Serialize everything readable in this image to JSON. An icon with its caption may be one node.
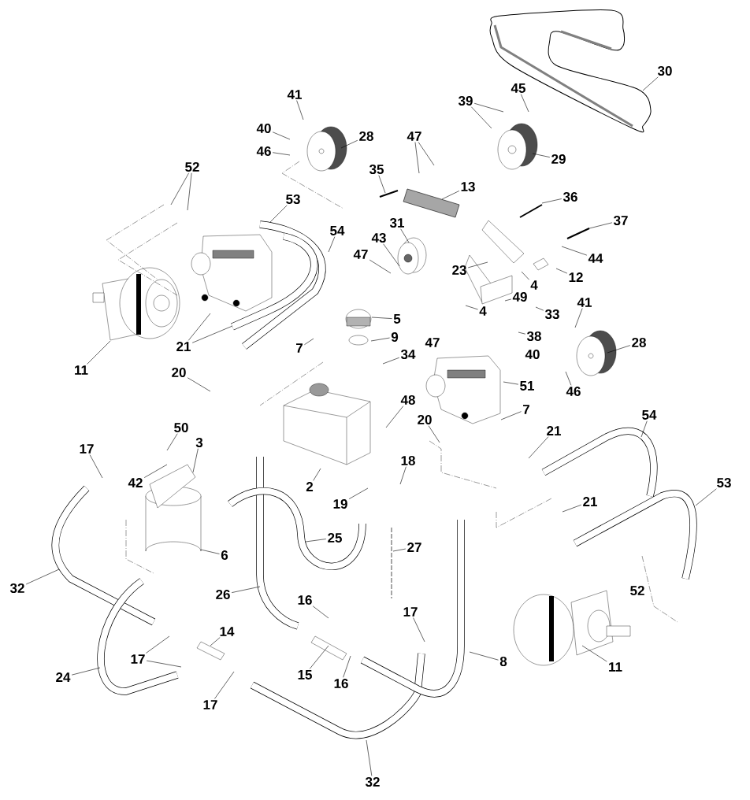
{
  "diagram": {
    "nodes": [
      {
        "text": [
          "30"
        ]
      },
      {
        "text": [
          "45"
        ]
      },
      {
        "text": [
          "41"
        ]
      },
      {
        "text": [
          "39"
        ]
      },
      {
        "text": [
          "40"
        ]
      },
      {
        "text": [
          "28"
        ]
      },
      {
        "text": [
          "47"
        ]
      },
      {
        "text": [
          "46"
        ]
      },
      {
        "text": [
          "29"
        ]
      },
      {
        "text": [
          "52"
        ]
      },
      {
        "text": [
          "35"
        ]
      },
      {
        "text": [
          "13"
        ]
      },
      {
        "text": [
          "36"
        ]
      },
      {
        "text": [
          "53"
        ]
      },
      {
        "text": [
          "37"
        ]
      },
      {
        "text": [
          "31"
        ]
      },
      {
        "text": [
          "54"
        ]
      },
      {
        "text": [
          "43"
        ]
      },
      {
        "text": [
          "47"
        ]
      },
      {
        "text": [
          "44"
        ]
      },
      {
        "text": [
          "23"
        ]
      },
      {
        "text": [
          "12"
        ]
      },
      {
        "text": [
          "4"
        ]
      },
      {
        "text": [
          "49"
        ]
      },
      {
        "text": [
          "41"
        ]
      },
      {
        "text": [
          "4"
        ]
      },
      {
        "text": [
          "33"
        ]
      },
      {
        "text": [
          "5"
        ]
      },
      {
        "text": [
          "38"
        ]
      },
      {
        "text": [
          "9"
        ]
      },
      {
        "text": [
          "28"
        ]
      },
      {
        "text": [
          "21"
        ]
      },
      {
        "text": [
          "7"
        ]
      },
      {
        "text": [
          "34"
        ]
      },
      {
        "text": [
          "11"
        ]
      },
      {
        "text": [
          "20"
        ]
      },
      {
        "text": [
          "51"
        ]
      },
      {
        "text": [
          "46"
        ]
      },
      {
        "text": [
          "48"
        ]
      },
      {
        "text": [
          "7"
        ]
      },
      {
        "text": [
          "54"
        ]
      },
      {
        "text": [
          "20"
        ]
      },
      {
        "text": [
          "50"
        ]
      },
      {
        "text": [
          "21"
        ]
      },
      {
        "text": [
          "3"
        ]
      },
      {
        "text": [
          "17"
        ]
      },
      {
        "text": [
          "18"
        ]
      },
      {
        "text": [
          "42"
        ]
      },
      {
        "text": [
          "53"
        ]
      },
      {
        "text": [
          "2"
        ]
      },
      {
        "text": [
          "21"
        ]
      },
      {
        "text": [
          "19"
        ]
      },
      {
        "text": [
          "25"
        ]
      },
      {
        "text": [
          "27"
        ]
      },
      {
        "text": [
          "6"
        ]
      },
      {
        "text": [
          "32"
        ]
      },
      {
        "text": [
          "26"
        ]
      },
      {
        "text": [
          "16"
        ]
      },
      {
        "text": [
          "17"
        ]
      },
      {
        "text": [
          "14"
        ]
      },
      {
        "text": [
          "17"
        ]
      },
      {
        "text": [
          "8"
        ]
      },
      {
        "text": [
          "11"
        ]
      },
      {
        "text": [
          "15"
        ]
      },
      {
        "text": [
          "24"
        ]
      },
      {
        "text": [
          "16"
        ]
      },
      {
        "text": [
          "17"
        ]
      },
      {
        "text": [
          "32"
        ]
      }
    ],
    "edges": [
      {
        "from": 0,
        "to": null,
        "arrow": "none"
      },
      {
        "from": 1,
        "to": null,
        "arrow": "none"
      },
      {
        "from": 2,
        "to": null,
        "arrow": "none"
      },
      {
        "from": 3,
        "to": null,
        "arrow": "none"
      },
      {
        "from": 3,
        "to": null,
        "arrow": "none"
      },
      {
        "from": 4,
        "to": null,
        "arrow": "none"
      },
      {
        "from": 5,
        "to": null,
        "arrow": "none"
      },
      {
        "from": 6,
        "to": null,
        "arrow": "none"
      },
      {
        "from": 6,
        "to": null,
        "arrow": "none"
      },
      {
        "from": 7,
        "to": null,
        "arrow": "none"
      },
      {
        "from": 8,
        "to": null,
        "arrow": "none"
      },
      {
        "from": 9,
        "to": null,
        "arrow": "none"
      },
      {
        "from": 9,
        "to": null,
        "arrow": "none"
      },
      {
        "from": 10,
        "to": null,
        "arrow": "none"
      },
      {
        "from": 11,
        "to": null,
        "arrow": "none"
      },
      {
        "from": 12,
        "to": null,
        "arrow": "none"
      },
      {
        "from": 13,
        "to": null,
        "arrow": "none"
      },
      {
        "from": 14,
        "to": null,
        "arrow": "none"
      },
      {
        "from": 15,
        "to": null,
        "arrow": "none"
      },
      {
        "from": 16,
        "to": null,
        "arrow": "none"
      },
      {
        "from": 17,
        "to": null,
        "arrow": "none"
      },
      {
        "from": 18,
        "to": null,
        "arrow": "none"
      },
      {
        "from": 19,
        "to": null,
        "arrow": "none"
      },
      {
        "from": 20,
        "to": null,
        "arrow": "none"
      },
      {
        "from": 21,
        "to": null,
        "arrow": "none"
      },
      {
        "from": 22,
        "to": null,
        "arrow": "none"
      },
      {
        "from": 23,
        "to": null,
        "arrow": "none"
      },
      {
        "from": 24,
        "to": null,
        "arrow": "none"
      },
      {
        "from": 25,
        "to": null,
        "arrow": "none"
      },
      {
        "from": 26,
        "to": null,
        "arrow": "none"
      },
      {
        "from": 27,
        "to": null,
        "arrow": "none"
      },
      {
        "from": 28,
        "to": null,
        "arrow": "none"
      },
      {
        "from": 29,
        "to": null,
        "arrow": "none"
      },
      {
        "from": 30,
        "to": null,
        "arrow": "none"
      },
      {
        "from": 31,
        "to": null,
        "arrow": "none"
      },
      {
        "from": 31,
        "to": null,
        "arrow": "none"
      },
      {
        "from": 32,
        "to": null,
        "arrow": "none"
      },
      {
        "from": 33,
        "to": null,
        "arrow": "none"
      },
      {
        "from": 34,
        "to": null,
        "arrow": "none"
      },
      {
        "from": 35,
        "to": null,
        "arrow": "none"
      },
      {
        "from": 36,
        "to": null,
        "arrow": "none"
      },
      {
        "from": 37,
        "to": null,
        "arrow": "none"
      },
      {
        "from": 38,
        "to": null,
        "arrow": "none"
      },
      {
        "from": 39,
        "to": null,
        "arrow": "none"
      },
      {
        "from": 40,
        "to": null,
        "arrow": "none"
      },
      {
        "from": 41,
        "to": null,
        "arrow": "none"
      },
      {
        "from": 42,
        "to": null,
        "arrow": "none"
      },
      {
        "from": 43,
        "to": null,
        "arrow": "none"
      },
      {
        "from": 44,
        "to": null,
        "arrow": "none"
      },
      {
        "from": 45,
        "to": null,
        "arrow": "none"
      },
      {
        "from": 46,
        "to": null,
        "arrow": "none"
      },
      {
        "from": 47,
        "to": null,
        "arrow": "none"
      },
      {
        "from": 48,
        "to": null,
        "arrow": "none"
      },
      {
        "from": 49,
        "to": null,
        "arrow": "none"
      },
      {
        "from": 50,
        "to": null,
        "arrow": "none"
      },
      {
        "from": 51,
        "to": null,
        "arrow": "none"
      },
      {
        "from": 52,
        "to": null,
        "arrow": "none"
      },
      {
        "from": 53,
        "to": null,
        "arrow": "none"
      },
      {
        "from": 54,
        "to": null,
        "arrow": "none"
      },
      {
        "from": 55,
        "to": null,
        "arrow": "none"
      },
      {
        "from": 56,
        "to": null,
        "arrow": "none"
      },
      {
        "from": 57,
        "to": null,
        "arrow": "none"
      },
      {
        "from": 58,
        "to": null,
        "arrow": "none"
      },
      {
        "from": 59,
        "to": null,
        "arrow": "none"
      },
      {
        "from": 60,
        "to": null,
        "arrow": "none"
      },
      {
        "from": 60,
        "to": null,
        "arrow": "none"
      },
      {
        "from": 61,
        "to": null,
        "arrow": "none"
      },
      {
        "from": 62,
        "to": null,
        "arrow": "none"
      },
      {
        "from": 63,
        "to": null,
        "arrow": "none"
      },
      {
        "from": 64,
        "to": null,
        "arrow": "none"
      },
      {
        "from": 65,
        "to": null,
        "arrow": "none"
      },
      {
        "from": 66,
        "to": null,
        "arrow": "none"
      },
      {
        "from": 67,
        "to": null,
        "arrow": "none"
      }
    ],
    "labels": [
      "47",
      "40",
      "52"
    ]
  }
}
